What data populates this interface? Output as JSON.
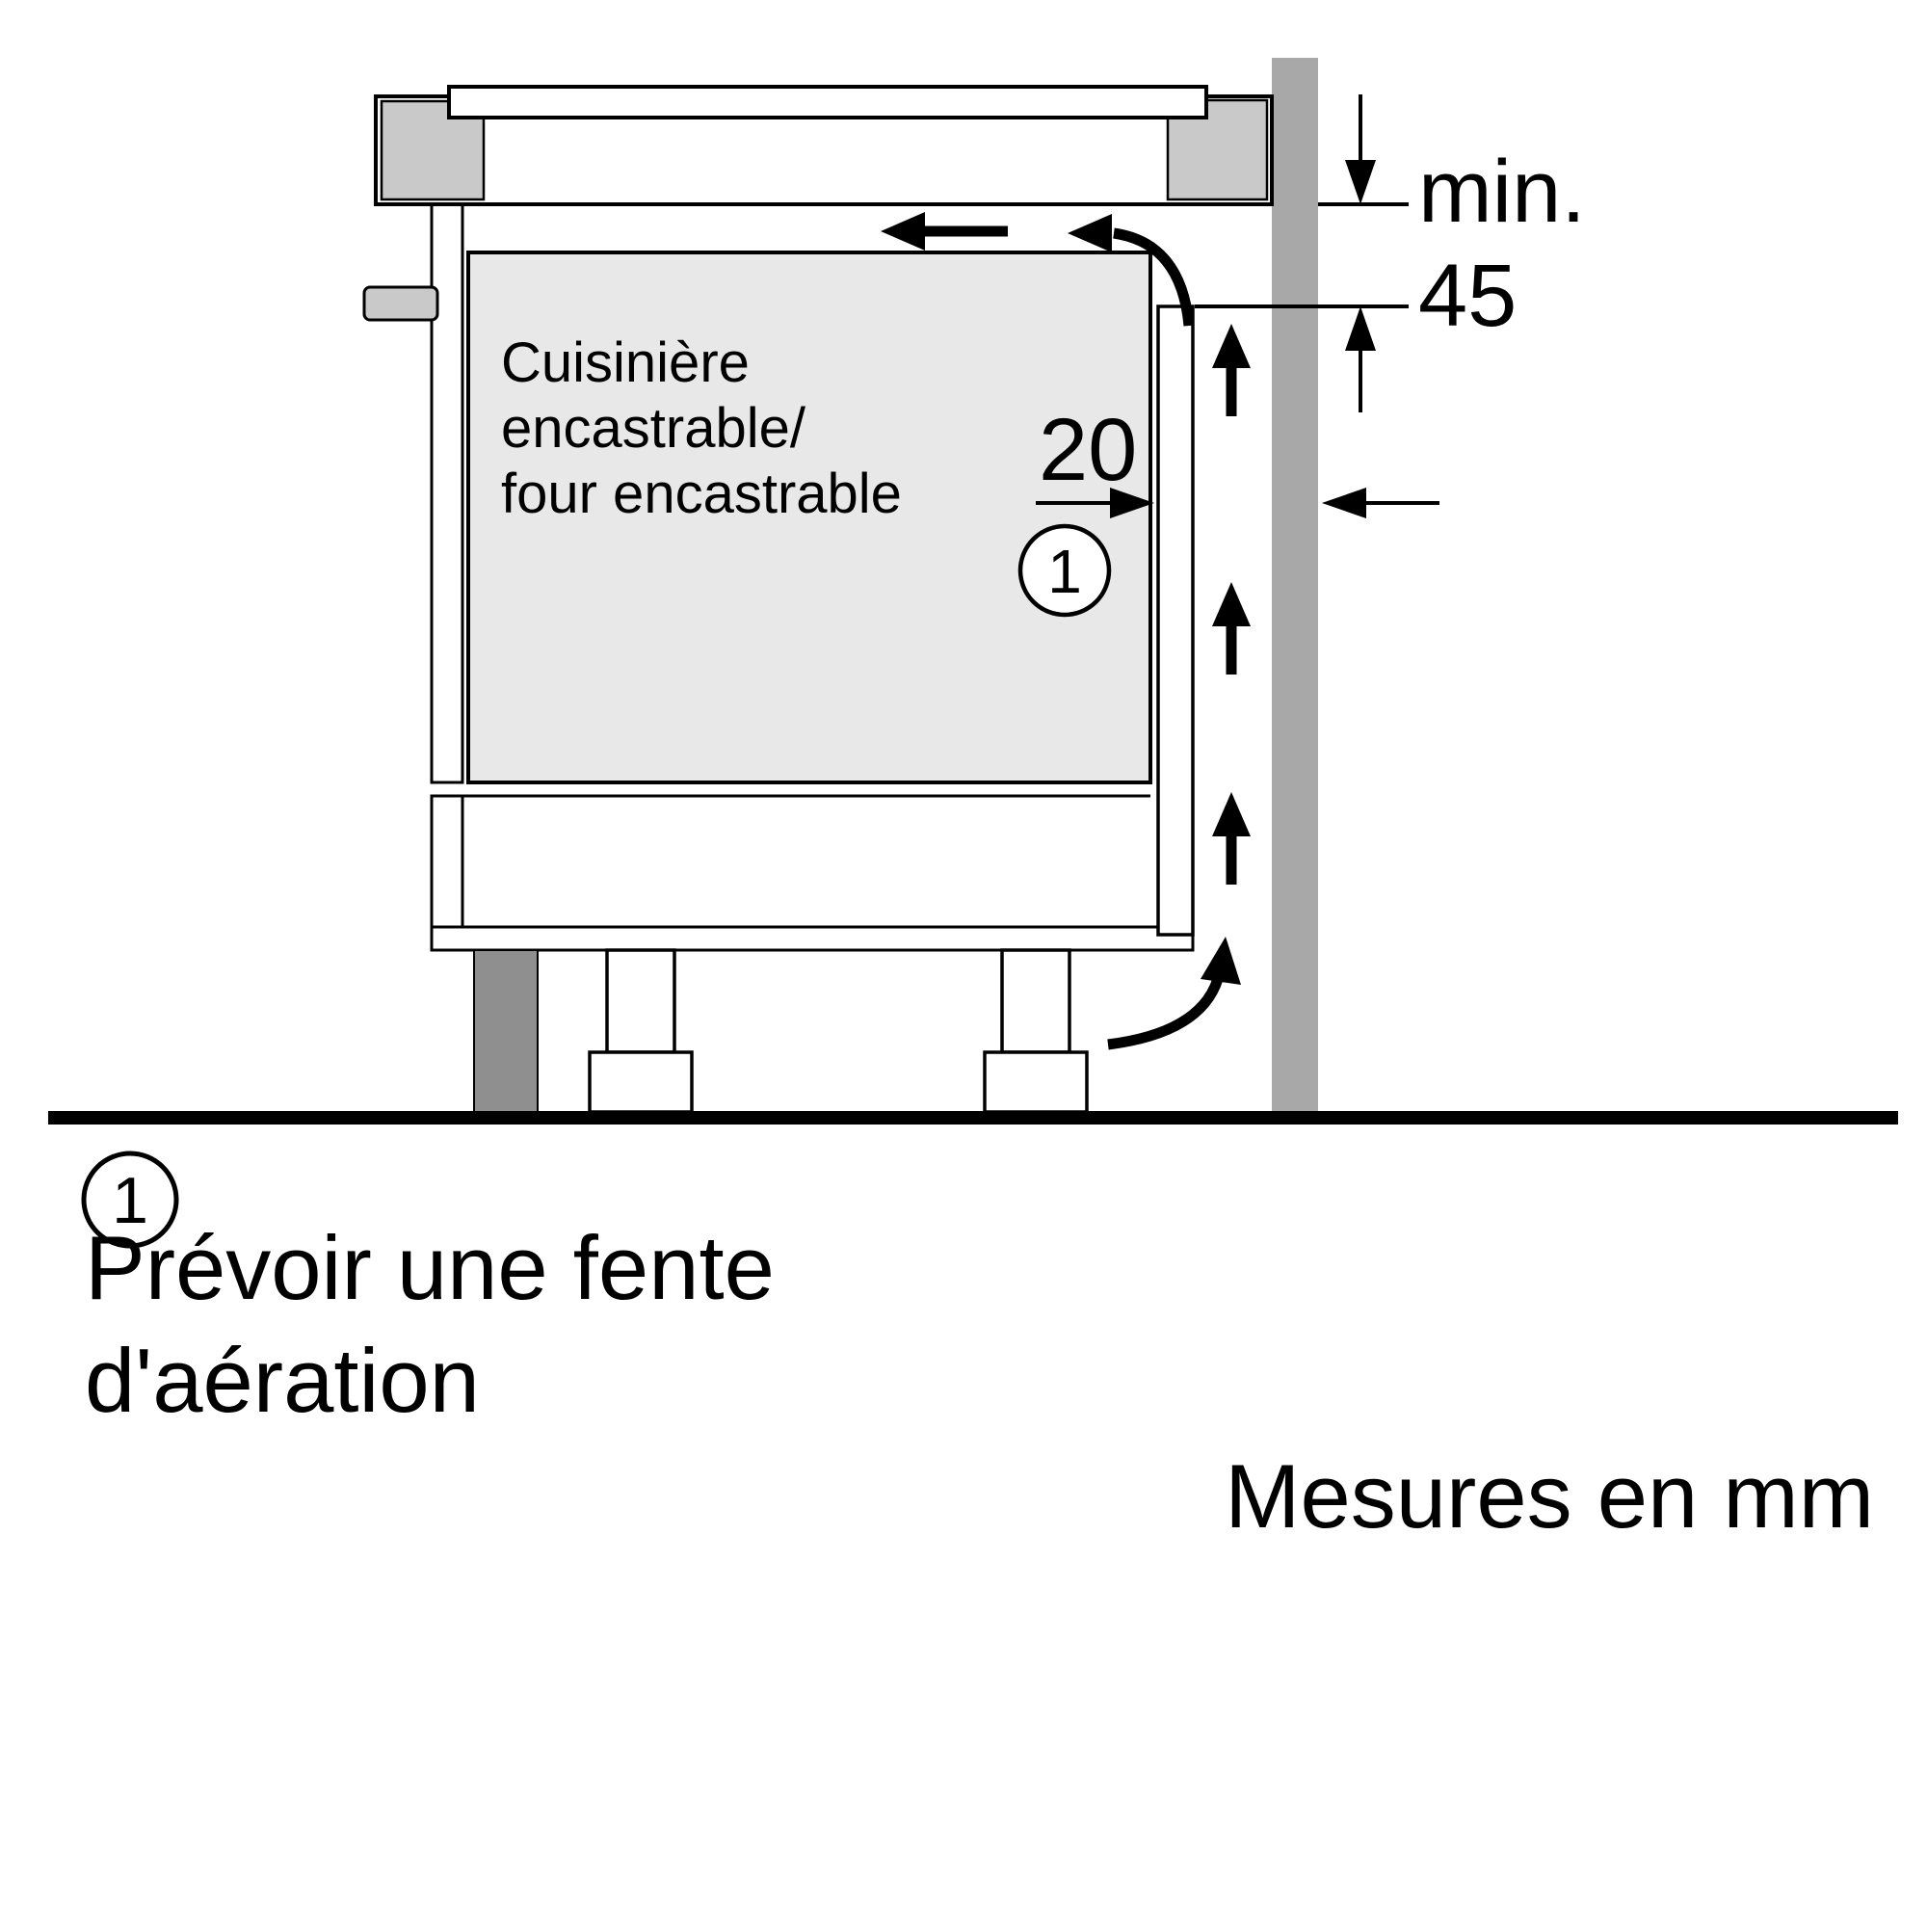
{
  "diagram": {
    "appliance_label": {
      "line1": "Cuisinière",
      "line2": "encastrable/",
      "line3": "four encastrable"
    },
    "dimensions": {
      "min_label": "min.",
      "min_value": "45",
      "gap_value": "20"
    },
    "callout": "1"
  },
  "legend": {
    "marker": "1",
    "note_line1": "Prévoir une fente",
    "note_line2": "d'aération",
    "units": "Mesures en mm"
  },
  "colors": {
    "wall": "#a8a8a8",
    "oven_fill": "#e8e8e8",
    "block_fill": "#c9c9c9",
    "plinth_fill": "#8f8f8f",
    "line": "#000000"
  }
}
